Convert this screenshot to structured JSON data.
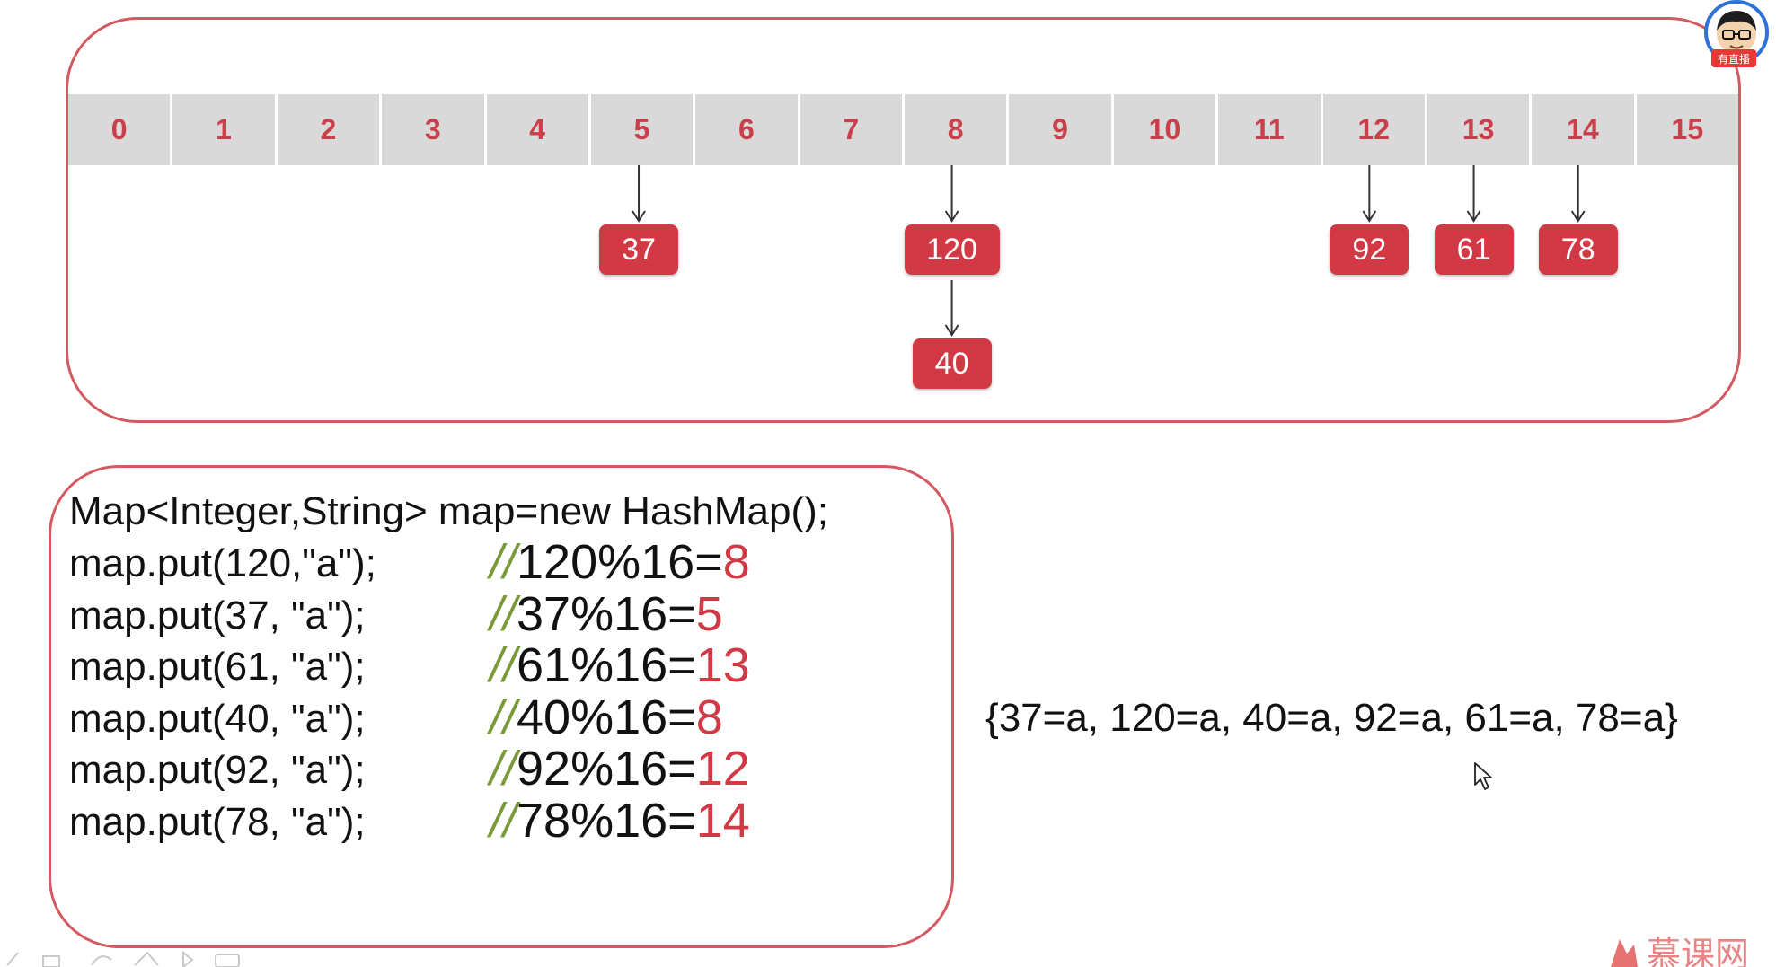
{
  "array": {
    "indices": [
      "0",
      "1",
      "2",
      "3",
      "4",
      "5",
      "6",
      "7",
      "8",
      "9",
      "10",
      "11",
      "12",
      "13",
      "14",
      "15"
    ]
  },
  "nodes": [
    {
      "key": "37",
      "bucket": 5,
      "depth": 0
    },
    {
      "key": "120",
      "bucket": 8,
      "depth": 0
    },
    {
      "key": "40",
      "bucket": 8,
      "depth": 1
    },
    {
      "key": "92",
      "bucket": 12,
      "depth": 0
    },
    {
      "key": "61",
      "bucket": 13,
      "depth": 0
    },
    {
      "key": "78",
      "bucket": 14,
      "depth": 0
    }
  ],
  "code": {
    "declaration": "Map<Integer,String> map=new HashMap();",
    "lines": [
      {
        "call": "map.put(120,\"a\");",
        "slash": "//",
        "expr": "120%16=",
        "result": "8"
      },
      {
        "call": "map.put(37, \"a\");",
        "slash": "//",
        "expr": "37%16=",
        "result": "5"
      },
      {
        "call": "map.put(61, \"a\");",
        "slash": "//",
        "expr": "61%16=",
        "result": "13"
      },
      {
        "call": "map.put(40, \"a\");",
        "slash": "//",
        "expr": "40%16=",
        "result": "8"
      },
      {
        "call": "map.put(92, \"a\");",
        "slash": "//",
        "expr": "92%16=",
        "result": "12"
      },
      {
        "call": "map.put(78, \"a\");",
        "slash": "//",
        "expr": "78%16=",
        "result": "14"
      }
    ]
  },
  "output": {
    "map_string": "{37=a, 120=a, 40=a, 92=a, 61=a, 78=a}"
  },
  "overlay": {
    "avatar_badge": "有直播",
    "watermark": "慕课网"
  },
  "colors": {
    "accent_red": "#d13a44",
    "frame_red": "#d45a62",
    "index_red": "#c9404a",
    "cell_gray": "#d9d9d9",
    "comment_green": "#7a9a3a"
  }
}
